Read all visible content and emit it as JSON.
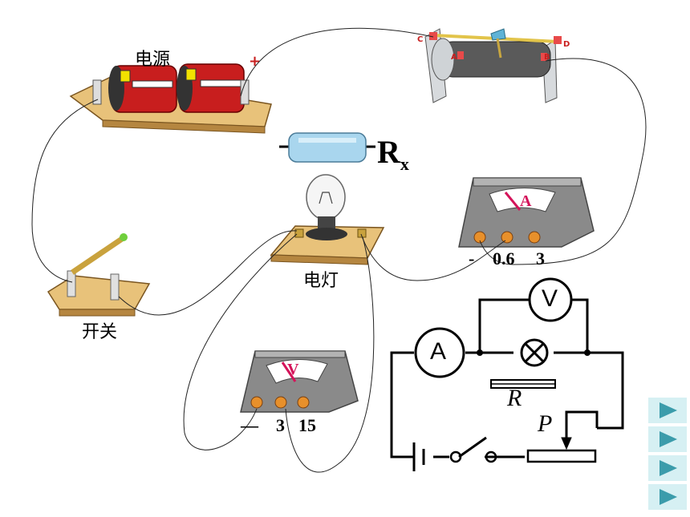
{
  "labels": {
    "power_supply": "电源",
    "resistor": "R",
    "resistor_sub": "x",
    "lamp": "电灯",
    "switch": "开关"
  },
  "rheostat_terminals": {
    "c": "C",
    "d": "D",
    "a": "A",
    "b": "B"
  },
  "ammeter": {
    "symbol": "A",
    "terminals": [
      "-",
      "0.6",
      "3"
    ]
  },
  "voltmeter": {
    "symbol": "V",
    "terminals": [
      "—",
      "3",
      "15"
    ]
  },
  "schematic": {
    "ammeter": "A",
    "voltmeter": "V",
    "resistor": "R",
    "slider": "P"
  },
  "nav": {
    "button_count": 4,
    "color": "#3b9cab",
    "bg": "#d6f0f3"
  },
  "colors": {
    "wood": "#e8c27a",
    "red": "#c81e1e",
    "meter_gray": "#8a8a8a",
    "pointer": "#d4145a"
  }
}
